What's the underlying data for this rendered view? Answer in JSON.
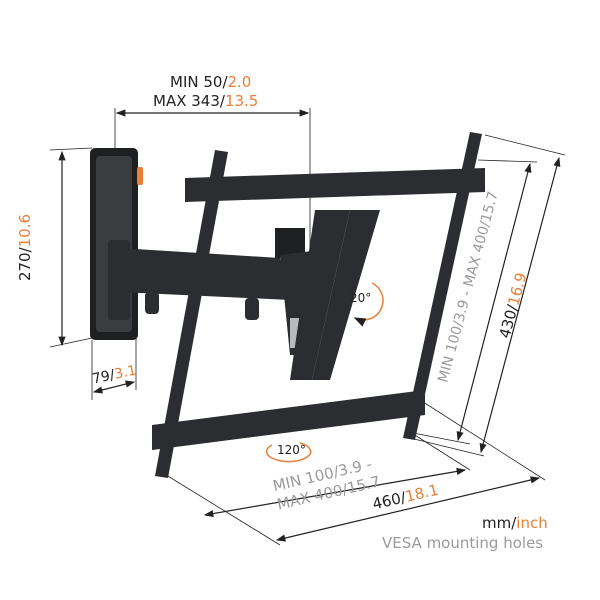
{
  "colors": {
    "accent": "#e8803a",
    "ink": "#222222",
    "muted": "#9a9a9a",
    "metal": "#2b2d30"
  },
  "dims": {
    "depth": {
      "line1_mm": "MIN 50/",
      "line1_in": "2.0",
      "line2_mm": "MAX 343/",
      "line2_in": "13.5"
    },
    "plate_height": {
      "mm": "270/",
      "in": "10.6"
    },
    "plate_width": {
      "mm": "79/",
      "in": "3.1"
    },
    "vesa_vertical": {
      "text": "MIN 100/3.9 - MAX 400/15.7"
    },
    "frame_height": {
      "mm": "430/",
      "in": "16.9"
    },
    "vesa_horizontal": {
      "line1": "MIN 100/3.9 -",
      "line2": "MAX 400/15.7"
    },
    "frame_width": {
      "mm": "460/",
      "in": "18.1"
    }
  },
  "angles": {
    "tilt": "20°",
    "swivel": "120°"
  },
  "legend": {
    "unit_mm": "mm/",
    "unit_in": "inch",
    "vesa": "VESA mounting holes"
  }
}
